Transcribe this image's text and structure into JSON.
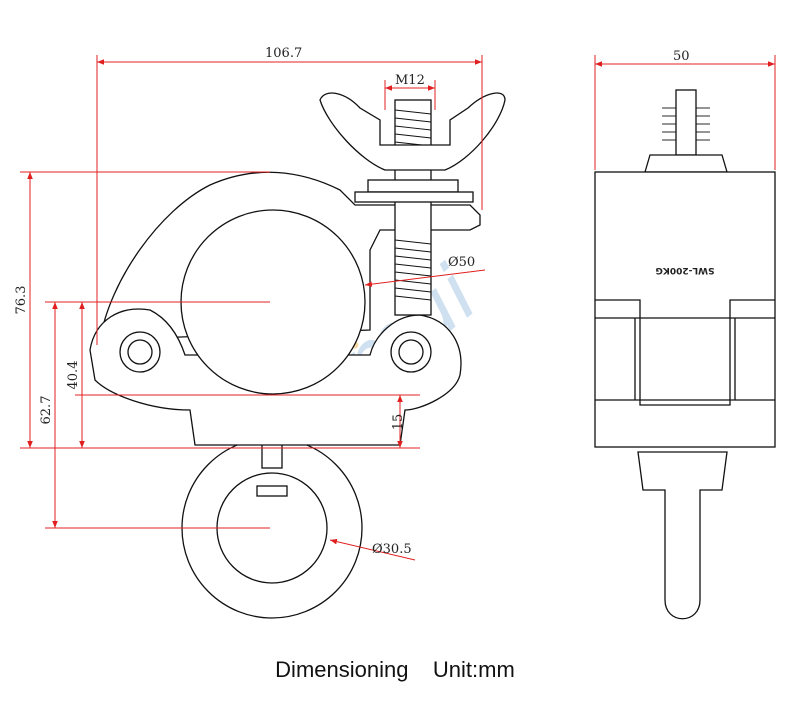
{
  "caption": {
    "title": "Dimensioning",
    "unit": "Unit:mm"
  },
  "dimensions": {
    "overall_width": "106.7",
    "thread": "M12",
    "tube_diameter": "Ø50",
    "height_total": "76.3",
    "height_center": "40.4",
    "height_ring": "62.7",
    "base_offset": "15",
    "ring_diameter": "Ø30.5",
    "side_width": "50"
  },
  "product_label": "SWL-200KG",
  "watermark": "Jarmui",
  "colors": {
    "dimension_line": "#e02020",
    "outline": "#111111",
    "fill": "#ffffff"
  }
}
